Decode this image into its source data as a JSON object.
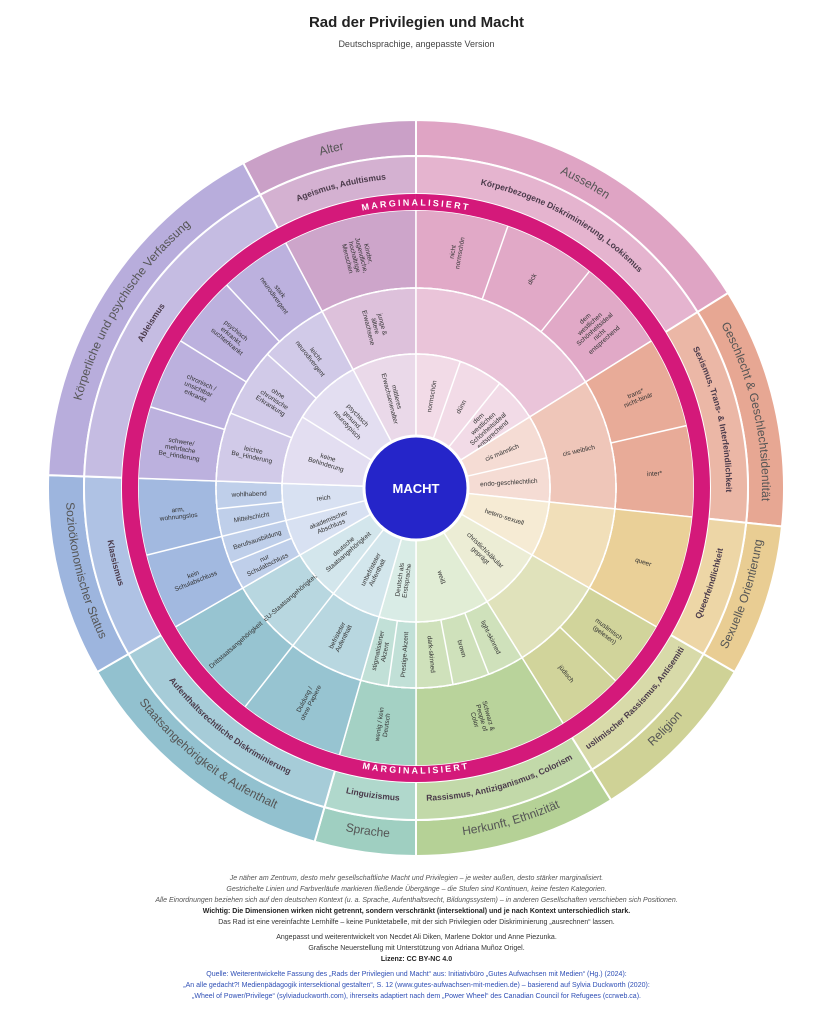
{
  "title": "Rad der Privilegien und Macht",
  "subtitle": "Deutschsprachige, angepasste Version",
  "center_label": "MACHT",
  "ring_label": "MARGINALISIERT",
  "colors": {
    "center": "#2525c9",
    "magenta": "#d4197a",
    "Alter": "#caa0c7",
    "Aussehen": "#dfa4c4",
    "Geschlecht": "#e7a793",
    "Sexuell": "#e9cd93",
    "Religion": "#cfd296",
    "Herkunft": "#b5d196",
    "Sprache": "#9fcfc1",
    "Staat": "#92c1cf",
    "Sozio": "#9db5de",
    "Koerper": "#b8addc"
  },
  "sections": [
    {
      "key": "Alter",
      "a0": -28,
      "a1": 0,
      "outer": "Alter",
      "mid": "Ageismus, Adultismus",
      "marg": [
        "Kinder, Jugendliche, hochaltrige Menschen"
      ],
      "mid_ring": [
        "junge & ältere Erwachsene"
      ],
      "priv": [
        "mittleres Erwachsenenalter"
      ]
    },
    {
      "key": "Aussehen",
      "a0": 0,
      "a1": 58,
      "outer": "Aussehen",
      "mid": "Körperbezogene Diskriminierung, Lookismus",
      "marg": [
        "nicht normschön",
        "dick",
        "dem westlichen Schönheitsideal nicht entsprechend"
      ],
      "mid_ring": [],
      "priv": [
        "normschön",
        "dünn",
        "dem westlichen Schönheitsideal entsprechend"
      ]
    },
    {
      "key": "Geschlecht",
      "a0": 58,
      "a1": 96,
      "outer": "Geschlecht & Geschlechtsidentität",
      "mid": "Sexismus, Trans- & Interfeindlichkeit",
      "marg": [
        "trans* nicht-binär",
        "inter*"
      ],
      "mid_ring": [
        "cis weiblich"
      ],
      "priv": [
        "cis männlich",
        "endo-geschlechtlich"
      ]
    },
    {
      "key": "Sexuell",
      "a0": 96,
      "a1": 120,
      "outer": "Sexuelle Orientierung",
      "mid": "Queerfeindlichkeit",
      "marg": [
        "queer"
      ],
      "mid_ring": [],
      "priv": [
        "hetero-sexuell"
      ]
    },
    {
      "key": "Religion",
      "a0": 120,
      "a1": 148,
      "outer": "Religion",
      "mid": "Antimuslimischer Rassismus, Antisemitismus",
      "marg": [
        "muslimisch (gelesen)",
        "jüdisch"
      ],
      "mid_ring": [],
      "priv": [
        "christlich/säkular geprägt"
      ]
    },
    {
      "key": "Herkunft",
      "a0": 148,
      "a1": 180,
      "outer": "Herkunft, Ethnizität",
      "mid": "Rassismus, Antiziganismus, Colorism",
      "marg": [
        "Schwarz & People of Color"
      ],
      "mid_ring": [
        "light-skinned",
        "brown",
        "dark-skinned"
      ],
      "priv": [
        "weiß"
      ]
    },
    {
      "key": "Sprache",
      "a0": 180,
      "a1": 196,
      "outer": "Sprache",
      "mid": "Linguizismus",
      "marg": [
        "wenig / kein Deutsch"
      ],
      "mid_ring": [
        "Prestige-Akzent",
        "stigmatisierter Akzent"
      ],
      "priv": [
        "Deutsch als Erstsprache"
      ]
    },
    {
      "key": "Staat",
      "a0": 196,
      "a1": 240,
      "outer": "Staatsangehörigkeit & Aufenthalt",
      "mid": "Aufenthaltsrechtliche Diskriminierung",
      "marg": [
        "Duldung / ohne Papiere",
        "Drittstaatsangehörigkeit"
      ],
      "mid_ring": [
        "befristeter Aufenthalt",
        "EU-Staatsangehörigkeit"
      ],
      "priv": [
        "unbefristeter Aufenthalt",
        "deutsche Staatsangehörigkeit"
      ]
    },
    {
      "key": "Sozio",
      "a0": 240,
      "a1": 272,
      "outer": "Sozioökonomischer Status",
      "mid": "Klassismus",
      "marg": [
        "kein Schulabschluss",
        "arm, wohnungslos"
      ],
      "mid_ring": [
        "nur Schulabschluss",
        "Berufsausbildung",
        "Mittelschicht",
        "wohlhabend"
      ],
      "priv": [
        "akademischer Abschluss",
        "reich"
      ]
    },
    {
      "key": "Koerper",
      "a0": 272,
      "a1": 332,
      "outer": "Körperliche und psychische Verfassung",
      "mid": "Ableismus",
      "marg": [
        "schwere/ mehrfache Be_Hinderung",
        "chronisch / unsichtbar erkrankt",
        "psychisch erkrankt, suchterkrankt",
        "stark neurodivergent"
      ],
      "mid_ring": [
        "leichte Be_Hinderung",
        "ohne chronische Erkrankung",
        "leicht neurodivergent"
      ],
      "priv": [
        "keine Behinderung",
        "psychisch gesund, neurotypisch"
      ]
    }
  ],
  "notes": {
    "n1": "Je näher am Zentrum, desto mehr gesellschaftliche Macht und Privilegien – je weiter außen, desto stärker marginalisiert.",
    "n2": "Gestrichelte Linien und Farbverläufe markieren fließende Übergänge – die Stufen sind Kontinuen, keine festen Kategorien.",
    "n3": "Alle Einordnungen beziehen sich auf den deutschen Kontext (u. a. Sprache, Aufenthaltsrecht, Bildungssystem) – in anderen Gesellschaften verschieben sich Positionen.",
    "n4": "Wichtig: Die Dimensionen wirken nicht getrennt, sondern verschränkt (intersektional) und je nach Kontext unterschiedlich stark.",
    "n5": "Das Rad ist eine vereinfachte Lernhilfe – keine Punktetabelle, mit der sich Privilegien oder Diskriminierung „ausrechnen“ lassen.",
    "n6": "Angepasst und weiterentwickelt von Necdet Ali Diken, Marlene Doktor und Anne Piezunka.",
    "n7": "Grafische Neuerstellung mit Unterstützung von Adriana Muñoz Origel.",
    "n8": "Lizenz: CC BY-NC 4.0",
    "n9": "Quelle: Weiterentwickelte Fassung des „Rads der Privilegien und Macht“ aus: Initiativbüro „Gutes Aufwachsen mit Medien“ (Hg.) (2024):",
    "n10": "„An alle gedacht?! Medienpädagogik intersektional gestalten“, S. 12 (www.gutes-aufwachsen-mit-medien.de) – basierend auf Sylvia Duckworth (2020):",
    "n11": "„Wheel of Power/Privilege“ (sylviaduckworth.com), ihrerseits adaptiert nach dem „Power Wheel“ des Canadian Council for Refugees (ccrweb.ca)."
  }
}
